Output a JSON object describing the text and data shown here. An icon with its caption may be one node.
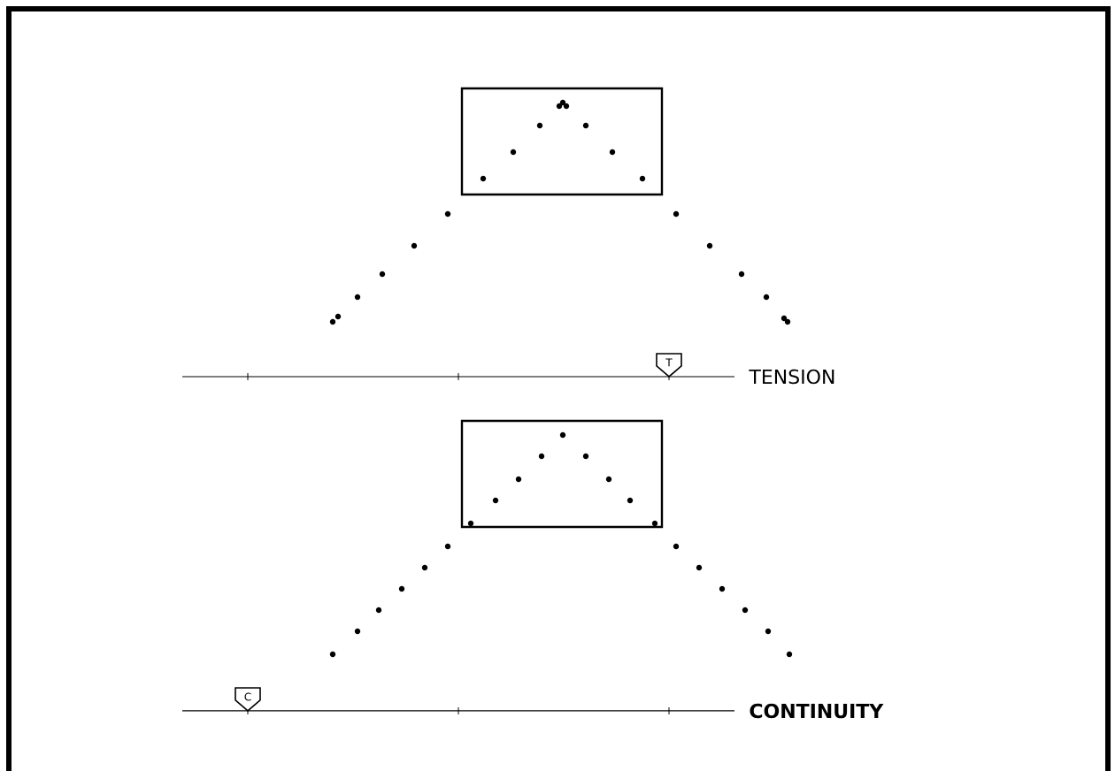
{
  "diagram": {
    "labels": [
      "T",
      "TENSION",
      "C",
      "CONTINUITY"
    ]
  }
}
